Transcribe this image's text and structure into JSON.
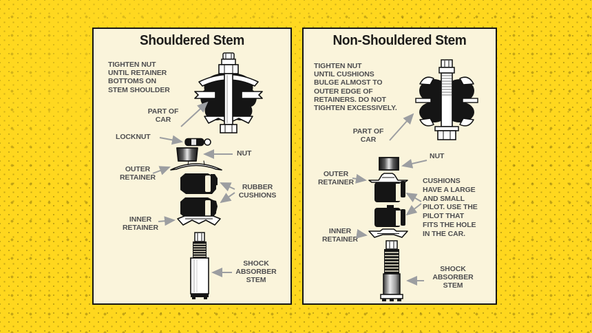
{
  "theme": {
    "bg": "#FFD71E",
    "dot": "#89720C",
    "panel-bg": "#FAF4DB",
    "panel-border": "#151515",
    "title": "#1d1c1a",
    "label": "#4E4E50",
    "arrow": "#9C9EA1",
    "ink": "#151515"
  },
  "panels": [
    {
      "id": "shouldered",
      "title": "Shouldered Stem",
      "instruction": "TIGHTEN NUT\nUNTIL RETAINER\nBOTTOMS ON\nSTEM SHOULDER",
      "labels": {
        "part_of_car": "PART OF\nCAR",
        "locknut": "LOCKNUT",
        "nut": "NUT",
        "outer_retainer": "OUTER\nRETAINER",
        "rubber_cushions": "RUBBER\nCUSHIONS",
        "inner_retainer": "INNER\nRETAINER",
        "shock_absorber_stem": "SHOCK\nABSORBER\nSTEM"
      }
    },
    {
      "id": "non-shouldered",
      "title": "Non-Shouldered Stem",
      "instruction": "TIGHTEN NUT\nUNTIL CUSHIONS\nBULGE ALMOST TO\nOUTER EDGE OF\nRETAINERS. DO NOT\nTIGHTEN EXCESSIVELY.",
      "labels": {
        "part_of_car": "PART OF\nCAR",
        "nut": "NUT",
        "outer_retainer": "OUTER\nRETAINER",
        "cushions_note": "CUSHIONS\nHAVE A LARGE\nAND SMALL\nPILOT. USE THE\nPILOT THAT\nFITS THE HOLE\nIN THE CAR.",
        "inner_retainer": "INNER\nRETAINER",
        "shock_absorber_stem": "SHOCK\nABSORBER\nSTEM"
      }
    }
  ]
}
